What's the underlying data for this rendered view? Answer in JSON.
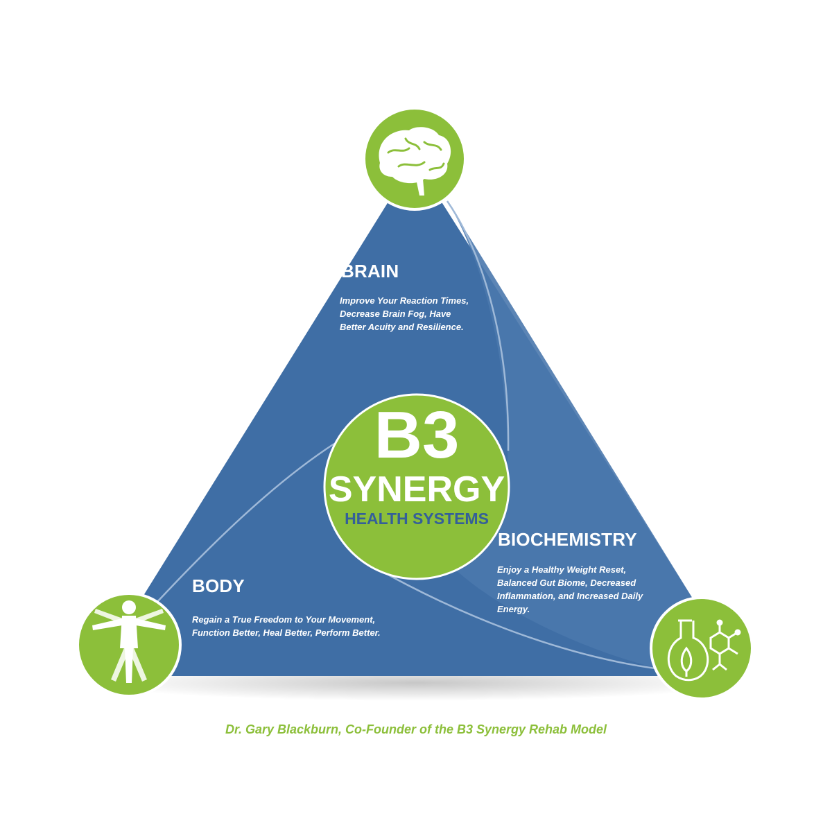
{
  "colors": {
    "triangle_blue": "#3f6ea5",
    "accent_green": "#8cbf3a",
    "subtitle_blue": "#345f9a",
    "text_white": "#ffffff"
  },
  "center": {
    "line1": "B3",
    "line2": "SYNERGY",
    "line3": "HEALTH SYSTEMS"
  },
  "sections": {
    "brain": {
      "heading": "BRAIN",
      "description": "Improve Your Reaction Times, Decrease Brain Fog, Have Better Acuity and Resilience.",
      "icon": "brain-icon"
    },
    "biochemistry": {
      "heading": "BIOCHEMISTRY",
      "description": "Enjoy a Healthy Weight Reset, Balanced Gut Biome, Decreased Inflammation, and Increased Daily Energy.",
      "icon": "flask-molecule-icon"
    },
    "body": {
      "heading": "BODY",
      "description": "Regain a True Freedom to Your Movement, Function Better, Heal Better, Perform Better.",
      "icon": "vitruvian-man-icon"
    }
  },
  "footer": {
    "caption": "Dr. Gary Blackburn, Co-Founder of the B3 Synergy Rehab Model"
  }
}
